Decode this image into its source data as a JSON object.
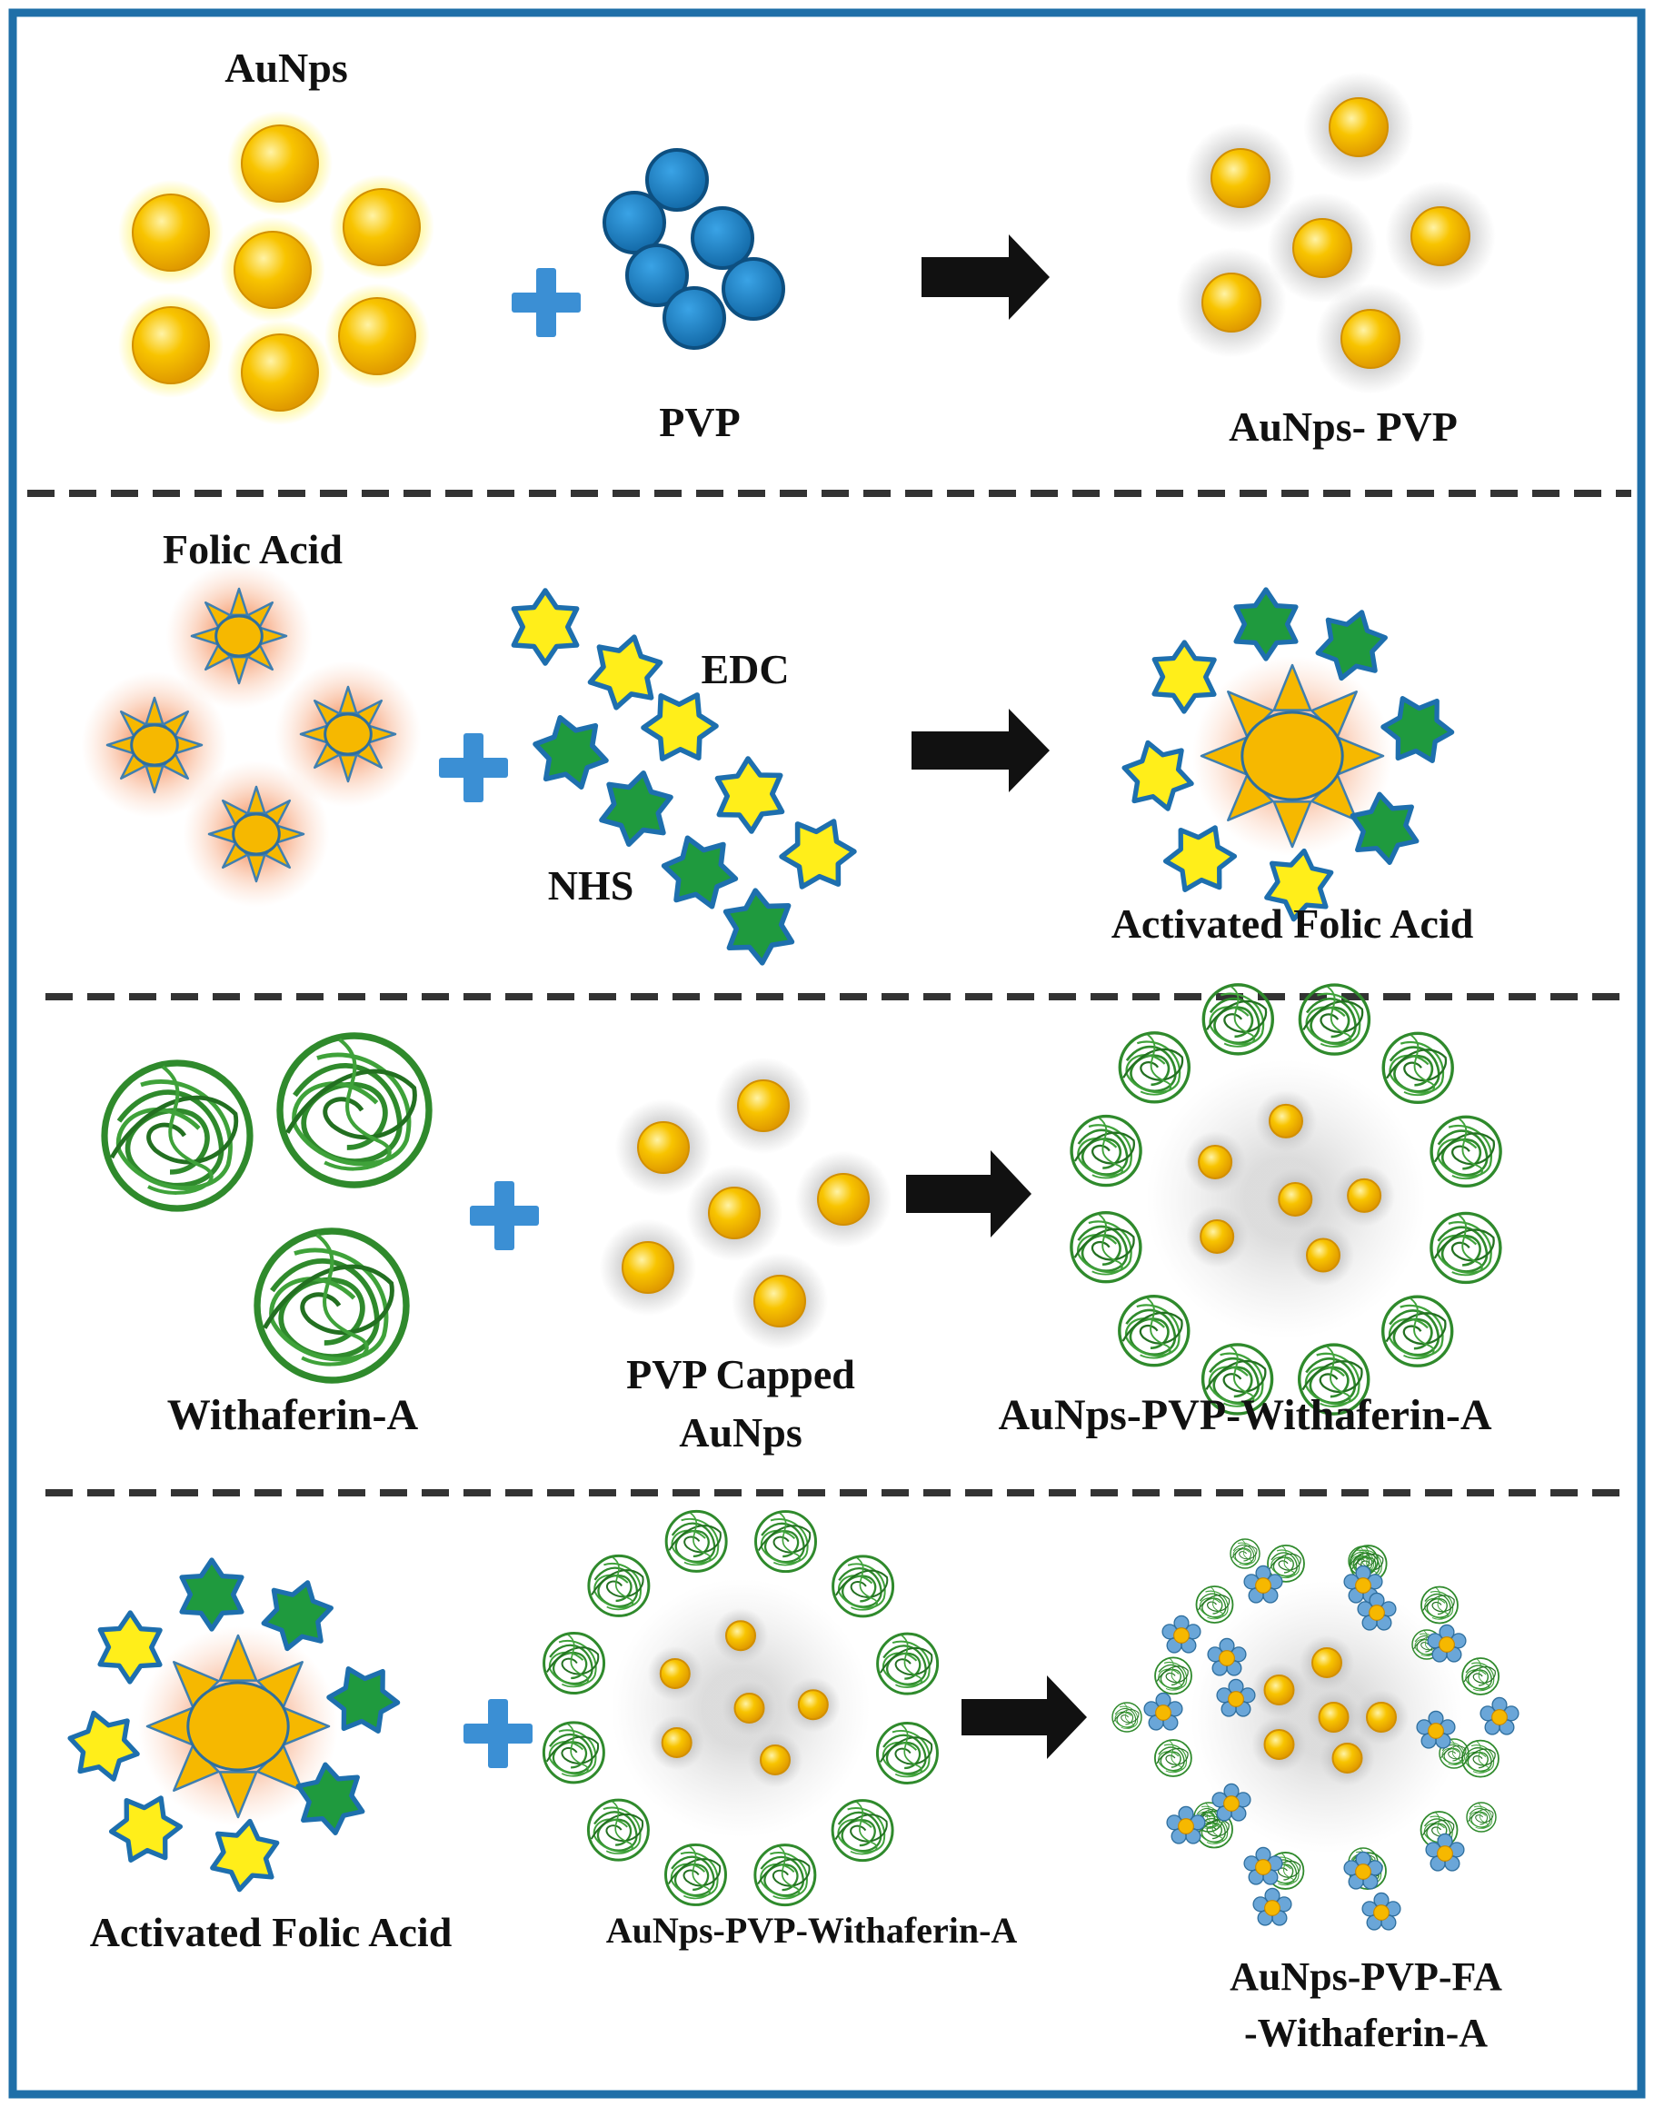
{
  "colors": {
    "frame": "#1f6fa8",
    "gold": "#f6b800",
    "gold_highlight": "#ffe27a",
    "blue_bead": "#1e7fc1",
    "plus": "#3b8fd4",
    "arrow": "#111111",
    "star_outline": "#1e6fae",
    "star_yellow": "#ffee1a",
    "star_green": "#1f9a3e",
    "ball_green": "#2f8a2c",
    "flower_petal": "#6aa6d8"
  },
  "panel1": {
    "aunps_label": "AuNps",
    "pvp_label": "PVP",
    "product_label": "AuNps- PVP"
  },
  "panel2": {
    "folic_label": "Folic Acid",
    "edc_label": "EDC",
    "nhs_label": "NHS",
    "product_label": "Activated  Folic Acid"
  },
  "panel3": {
    "withaferin_label": "Withaferin-A",
    "pvp_capped_line1": "PVP Capped",
    "pvp_capped_line2": "AuNps",
    "product_label": "AuNps-PVP-Withaferin-A"
  },
  "panel4": {
    "activated_label": "Activated  Folic Acid",
    "conjugate_label": "AuNps-PVP-Withaferin-A",
    "product_line1": "AuNps-PVP-FA",
    "product_line2": "-Withaferin-A"
  }
}
